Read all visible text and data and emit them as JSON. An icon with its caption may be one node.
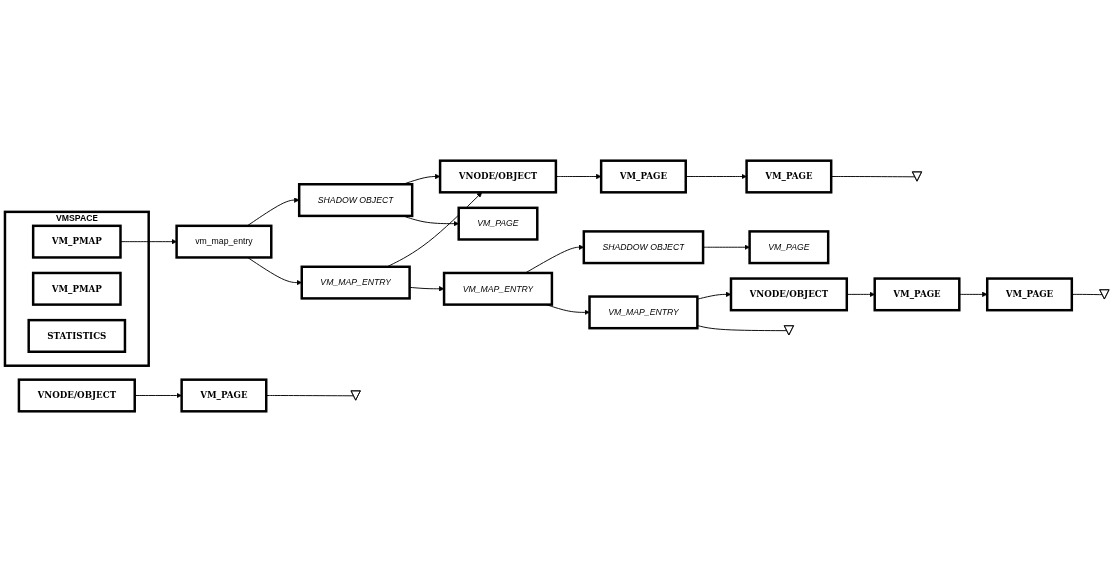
{
  "diagram": {
    "nodes": [
      {
        "text": [
          "VMSPACE"
        ]
      },
      {
        "text": [
          "VM_PMAP"
        ],
        "in": 0
      },
      {
        "text": [
          "VM_PMAP"
        ],
        "in": 0
      },
      {
        "text": [
          "STATISTICS"
        ],
        "in": 0
      },
      {
        "text": [
          "vm_map_entry"
        ]
      },
      {
        "text": [
          "SHADOW OBJECT"
        ]
      },
      {
        "text": [
          "VNODE/OBJECT"
        ]
      },
      {
        "text": [
          "VM_PAGE"
        ]
      },
      {
        "text": [
          "VM_PAGE"
        ]
      },
      {
        "text": [
          "VM_MAP_ENTRY"
        ]
      },
      {
        "text": [
          "VM_PAGE"
        ]
      },
      {
        "text": [
          "VM_MAP_ENTRY"
        ]
      },
      {
        "text": [
          "SHADDOW OBJECT"
        ]
      },
      {
        "text": [
          "VNODE/OBJECT"
        ]
      },
      {
        "text": [
          "VM_PAGE"
        ]
      },
      {
        "text": [
          "VM_PAGE"
        ]
      },
      {
        "text": [
          "VM_MAP_ENTRY"
        ]
      },
      {
        "text": [
          "VNODE/OBJECT"
        ]
      },
      {
        "text": [
          "VM_PAGE"
        ]
      },
      {
        "text": [
          "VM_PAGE"
        ]
      },
      {
        "text": [],
        "shape": "triangle"
      },
      {
        "text": [],
        "shape": "triangle"
      },
      {
        "text": [],
        "shape": "triangle"
      },
      {
        "text": [],
        "shape": "triangle"
      }
    ],
    "edges": [
      {
        "from": 1,
        "to": 4,
        "arrow": "to"
      },
      {
        "from": 4,
        "to": 5,
        "arrow": "to"
      },
      {
        "from": 4,
        "to": 9,
        "arrow": "to"
      },
      {
        "from": 5,
        "to": 6,
        "arrow": "to"
      },
      {
        "from": 5,
        "to": 8,
        "arrow": "to"
      },
      {
        "from": 6,
        "to": 7,
        "arrow": "to"
      },
      {
        "from": 7,
        "to": 10,
        "arrow": "to"
      },
      {
        "from": 9,
        "to": 6,
        "arrow": "to"
      },
      {
        "from": 9,
        "to": 11,
        "arrow": "to"
      },
      {
        "from": 10,
        "to": 20,
        "arrow": "none"
      },
      {
        "from": 11,
        "to": 12,
        "arrow": "to"
      },
      {
        "from": 12,
        "to": 15,
        "arrow": "to"
      },
      {
        "from": 11,
        "to": 16,
        "arrow": "to"
      },
      {
        "from": 13,
        "to": 14,
        "arrow": "to"
      },
      {
        "from": 14,
        "to": 21,
        "arrow": "none"
      },
      {
        "from": 16,
        "to": 17,
        "arrow": "to"
      },
      {
        "from": 16,
        "to": 22,
        "arrow": "none"
      },
      {
        "from": 17,
        "to": 18,
        "arrow": "to"
      },
      {
        "from": 18,
        "to": 19,
        "arrow": "to"
      },
      {
        "from": 19,
        "to": 23,
        "arrow": "none"
      }
    ]
  }
}
